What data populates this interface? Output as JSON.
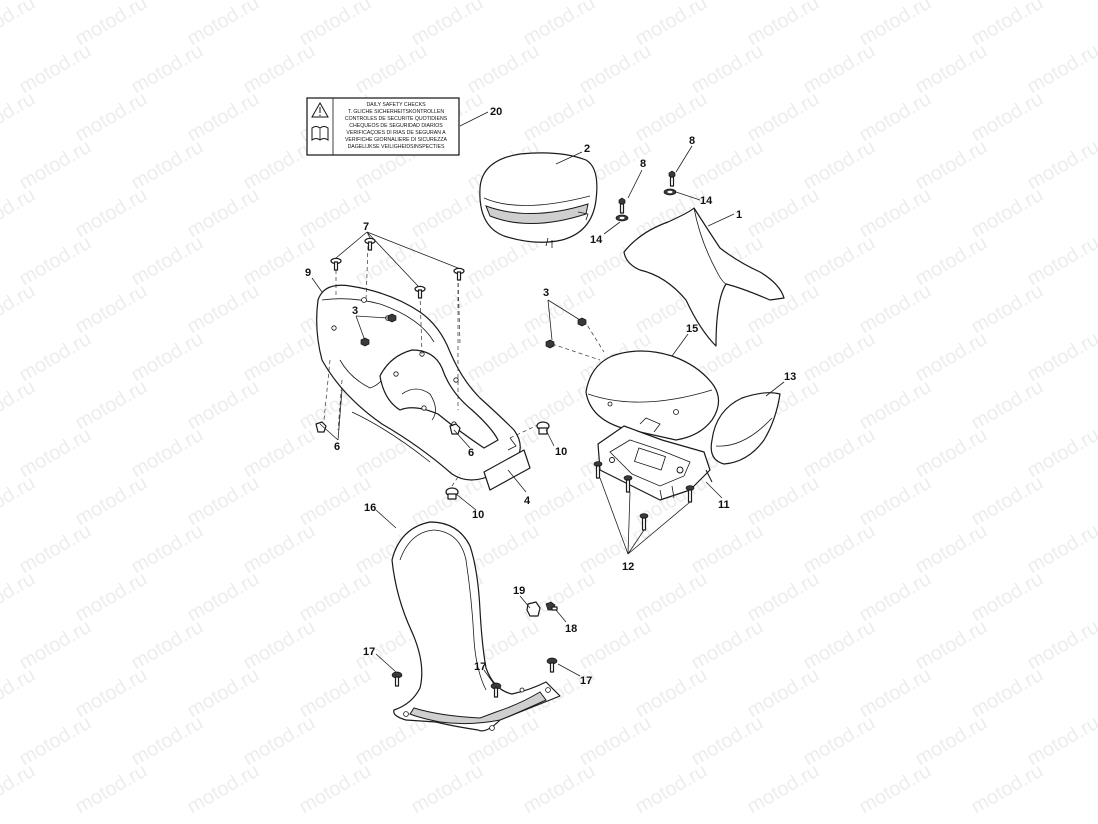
{
  "watermark": {
    "text": "motod.ru"
  },
  "label_plate": {
    "lines": [
      "DAILY SAFETY CHECKS",
      "T. GLICHE SICHERHEITSKONTROLLEN",
      "CONTROLES DE SECURITE QUOTIDIENS",
      "CHEQUEOS DE SEGURIDAD DIARIOS",
      "VERIFICAÇOES DI  RIAS DE SEGURAN  A",
      "VERIFICHE GIORNALIERE DI SICUREZZA",
      "DAGELIJKSE VEILIGHEIDSINSPECTIES"
    ]
  },
  "callouts": {
    "c1": "1",
    "c2": "2",
    "c3a": "3",
    "c3b": "3",
    "c4": "4",
    "c6a": "6",
    "c6b": "6",
    "c7": "7",
    "c8a": "8",
    "c8b": "8",
    "c9": "9",
    "c10a": "10",
    "c10b": "10",
    "c11": "11",
    "c12": "12",
    "c13": "13",
    "c14a": "14",
    "c14b": "14",
    "c15": "15",
    "c16": "16",
    "c17a": "17",
    "c17b": "17",
    "c17c": "17",
    "c18": "18",
    "c19": "19",
    "c20": "20"
  }
}
